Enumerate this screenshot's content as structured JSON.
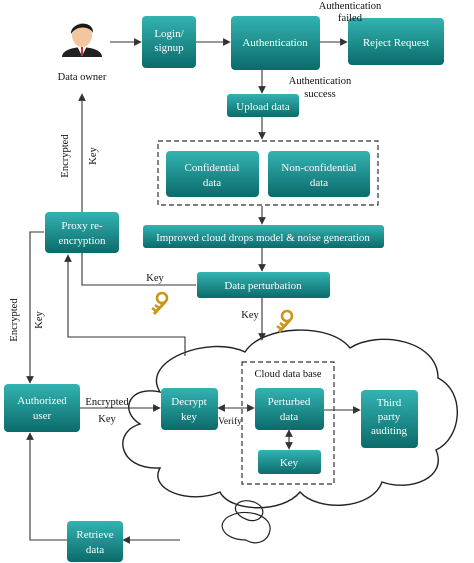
{
  "nodes": {
    "data_owner": "Data owner",
    "login": [
      "Login/",
      "signup"
    ],
    "authentication": "Authentication",
    "reject": "Reject Request",
    "upload": "Upload data",
    "confidential": [
      "Confidential",
      "data"
    ],
    "non_confidential": [
      "Non-confidential",
      "data"
    ],
    "improved": "Improved cloud drops model & noise generation",
    "perturbation": "Data perturbation",
    "proxy": [
      "Proxy re-",
      "encryption"
    ],
    "authorized": [
      "Authorized",
      "user"
    ],
    "decrypt": [
      "Decrypt",
      "key"
    ],
    "cloud_db": "Cloud data base",
    "perturbed": [
      "Perturbed",
      "data"
    ],
    "key_box": "Key",
    "third_party": [
      "Third",
      "party",
      "auditing"
    ],
    "retrieve": [
      "Retrieve",
      "data"
    ]
  },
  "labels": {
    "auth_failed": [
      "Authentication",
      "failed"
    ],
    "auth_success": [
      "Authentication",
      "success"
    ],
    "encrypted_key_top": [
      "Encrypted",
      "Key"
    ],
    "key_to_proxy": "Key",
    "key_below_perturb": "Key",
    "encrypted_key_left": [
      "Encrypted",
      "Key"
    ],
    "encrypted_key_mid": [
      "Encrypted",
      "Key"
    ],
    "verify": "Verify"
  },
  "colors": {
    "box_top": "#2aa7a6",
    "box_bottom": "#0b6f6e",
    "line": "#333333"
  }
}
